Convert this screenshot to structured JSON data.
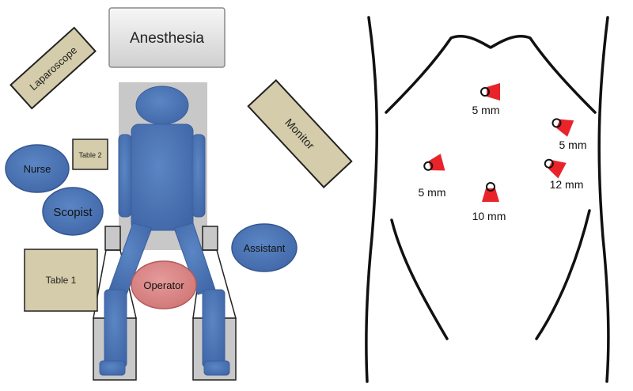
{
  "room_layout": {
    "anesthesia": "Anesthesia",
    "laparoscope": "Laparoscope",
    "monitor": "Monitor",
    "table2": "Table 2",
    "table1": "Table 1",
    "nurse": "Nurse",
    "scopist": "Scopist",
    "assistant": "Assistant",
    "operator": "Operator"
  },
  "port_sites": [
    {
      "label": "5 mm"
    },
    {
      "label": "5 mm"
    },
    {
      "label": "5 mm"
    },
    {
      "label": "12 mm"
    },
    {
      "label": "10 mm"
    }
  ],
  "colors": {
    "staff_blue": "#4a73b3",
    "operator_red": "#d98585",
    "equipment_tan": "#d4ccaa",
    "table_gray": "#c8c8c8",
    "port_red": "#e8242a"
  }
}
